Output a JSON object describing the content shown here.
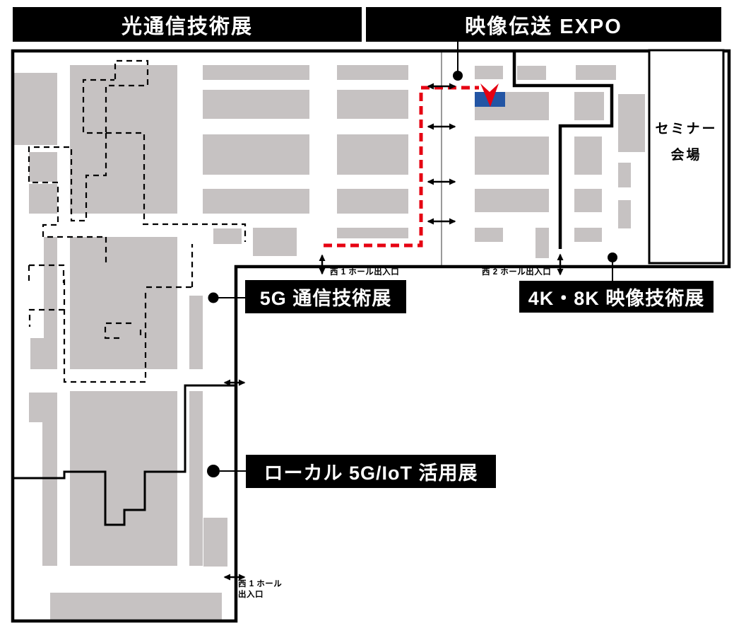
{
  "banners": {
    "optical": "光通信技術展",
    "video": "映像伝送 EXPO"
  },
  "zone_labels": {
    "five_g": "5G 通信技術展",
    "four_eight_k": "4K・8K 映像技術展",
    "local_5g_iot": "ローカル 5G/IoT 活用展"
  },
  "seminar": {
    "line1": "セミナー",
    "line2": "会場"
  },
  "exits": {
    "west1": "西 1 ホール出入口",
    "west2": "西 2 ホール出入口",
    "west1_bottom_l1": "西 1 ホール",
    "west1_bottom_l2": "出入口"
  },
  "colors": {
    "booth": "#c6c2c2",
    "outline": "#000000",
    "aisle": "#9a9a9a",
    "route": "#e60012",
    "highlight": "#2355a4",
    "banner_bg": "#000000",
    "banner_text": "#ffffff"
  }
}
